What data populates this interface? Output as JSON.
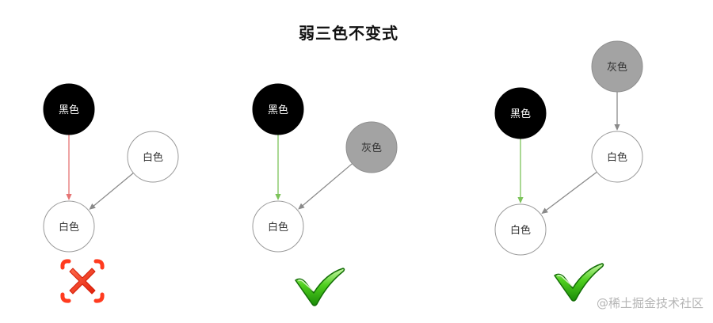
{
  "title": "弱三色不变式",
  "watermark": "@稀土掘金技术社区",
  "node_colors": {
    "black": "#000000",
    "gray": "#a3a3a3",
    "white": "#ffffff"
  },
  "node_text_colors": {
    "black": "#ffffff",
    "gray": "#333333",
    "white": "#333333"
  },
  "panels": [
    {
      "nodes": [
        {
          "id": "p1-black",
          "color": "black",
          "label": "黑色"
        },
        {
          "id": "p1-white-a",
          "color": "white",
          "label": "白色"
        },
        {
          "id": "p1-white-b",
          "color": "white",
          "label": "白色"
        }
      ],
      "edges": [
        {
          "from": "p1-black",
          "to": "p1-white-b",
          "color": "#e57373"
        },
        {
          "from": "p1-white-a",
          "to": "p1-white-b",
          "color": "#8a8a8a"
        }
      ],
      "verdict": "invalid",
      "verdict_icon": "cross-icon"
    },
    {
      "nodes": [
        {
          "id": "p2-black",
          "color": "black",
          "label": "黑色"
        },
        {
          "id": "p2-gray",
          "color": "gray",
          "label": "灰色"
        },
        {
          "id": "p2-white",
          "color": "white",
          "label": "白色"
        }
      ],
      "edges": [
        {
          "from": "p2-black",
          "to": "p2-white",
          "color": "#7cc35a"
        },
        {
          "from": "p2-gray",
          "to": "p2-white",
          "color": "#8a8a8a"
        }
      ],
      "verdict": "valid",
      "verdict_icon": "checkmark-icon"
    },
    {
      "nodes": [
        {
          "id": "p3-gray",
          "color": "gray",
          "label": "灰色"
        },
        {
          "id": "p3-black",
          "color": "black",
          "label": "黑色"
        },
        {
          "id": "p3-white-a",
          "color": "white",
          "label": "白色"
        },
        {
          "id": "p3-white-b",
          "color": "white",
          "label": "白色"
        }
      ],
      "edges": [
        {
          "from": "p3-gray",
          "to": "p3-white-a",
          "color": "#8a8a8a"
        },
        {
          "from": "p3-black",
          "to": "p3-white-b",
          "color": "#7cc35a"
        },
        {
          "from": "p3-white-a",
          "to": "p3-white-b",
          "color": "#8a8a8a"
        }
      ],
      "verdict": "valid",
      "verdict_icon": "checkmark-icon"
    }
  ]
}
